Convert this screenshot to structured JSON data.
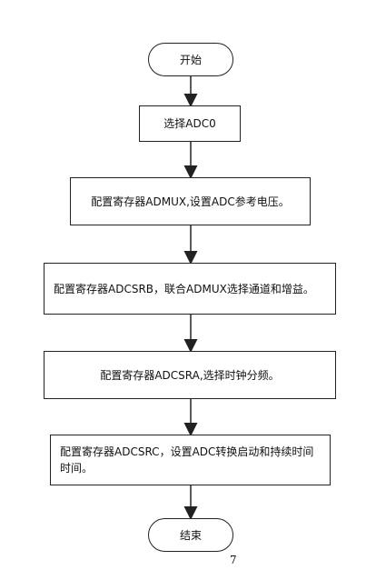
{
  "flowchart": {
    "start": "开始",
    "steps": [
      "选择ADC0",
      "配置寄存器ADMUX,设置ADC参考电压。",
      "配置寄存器ADCSRB，联合ADMUX选择通道和增益。",
      "配置寄存器ADCSRA,选择时钟分频。",
      "配置寄存器ADCSRC，设置ADC转换启动和持续时间时间。"
    ],
    "end": "结束"
  },
  "page_number": "7"
}
